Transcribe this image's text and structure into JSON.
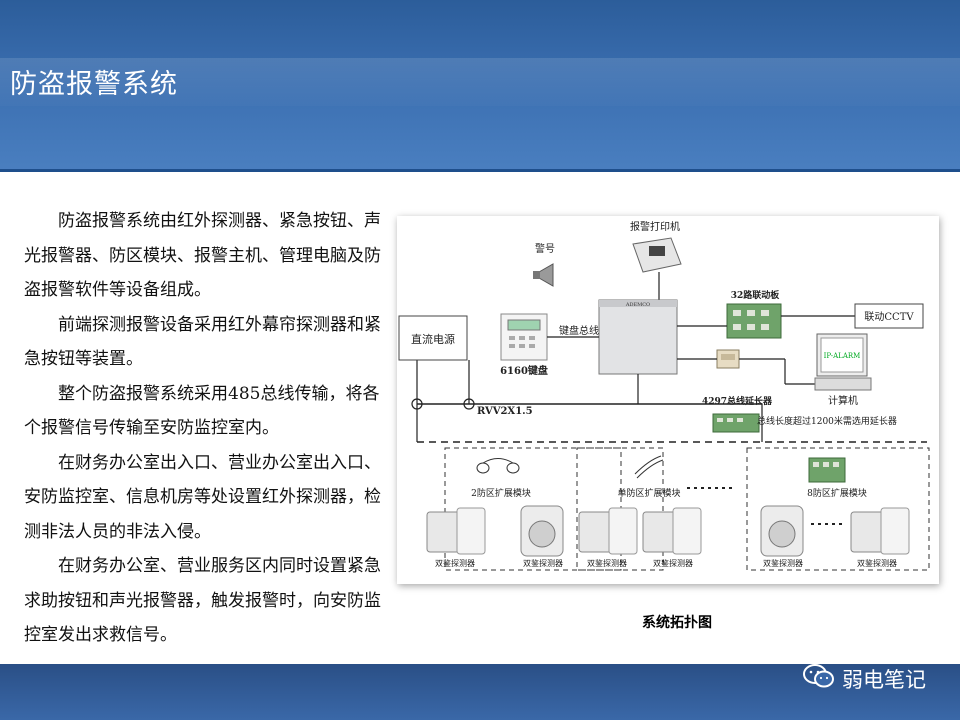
{
  "header": {
    "title": "防盗报警系统"
  },
  "body": {
    "paragraphs": [
      "防盗报警系统由红外探测器、紧急按钮、声光报警器、防区模块、报警主机、管理电脑及防盗报警软件等设备组成。",
      "前端探测报警设备采用红外幕帘探测器和紧急按钮等装置。",
      "整个防盗报警系统采用485总线传输，将各个报警信号传输至安防监控室内。",
      "在财务办公室出入口、营业办公室出入口、安防监控室、信息机房等处设置红外探测器，检测非法人员的非法入侵。",
      "在财务办公室、营业服务区内同时设置紧急求助按钮和声光报警器，触发报警时，向安防监控室发出求救信号。"
    ]
  },
  "diagram": {
    "labels": {
      "printer": "报警打印机",
      "siren": "警号",
      "relay_board": "32路联动板",
      "cctv": "联动CCTV",
      "dc_power": "直流电源",
      "keypad_bus": "键盘总线",
      "keypad": "6160键盘",
      "computer": "计算机",
      "computer_screen": "IP-ALARM",
      "bus_cable": "RVV2X1.5",
      "extender": "4297总线延长器",
      "bus_note": "总线长度超过1200米需选用延长器",
      "zone2": "2防区扩展模块",
      "zone1": "单防区扩展模块",
      "zone8": "8防区扩展模块",
      "detector": "双鉴探测器",
      "panel_brand": "ADEMCO"
    }
  },
  "caption": "系统拓扑图",
  "watermark": {
    "text": "弱电笔记",
    "icon": "wechat-icon"
  }
}
